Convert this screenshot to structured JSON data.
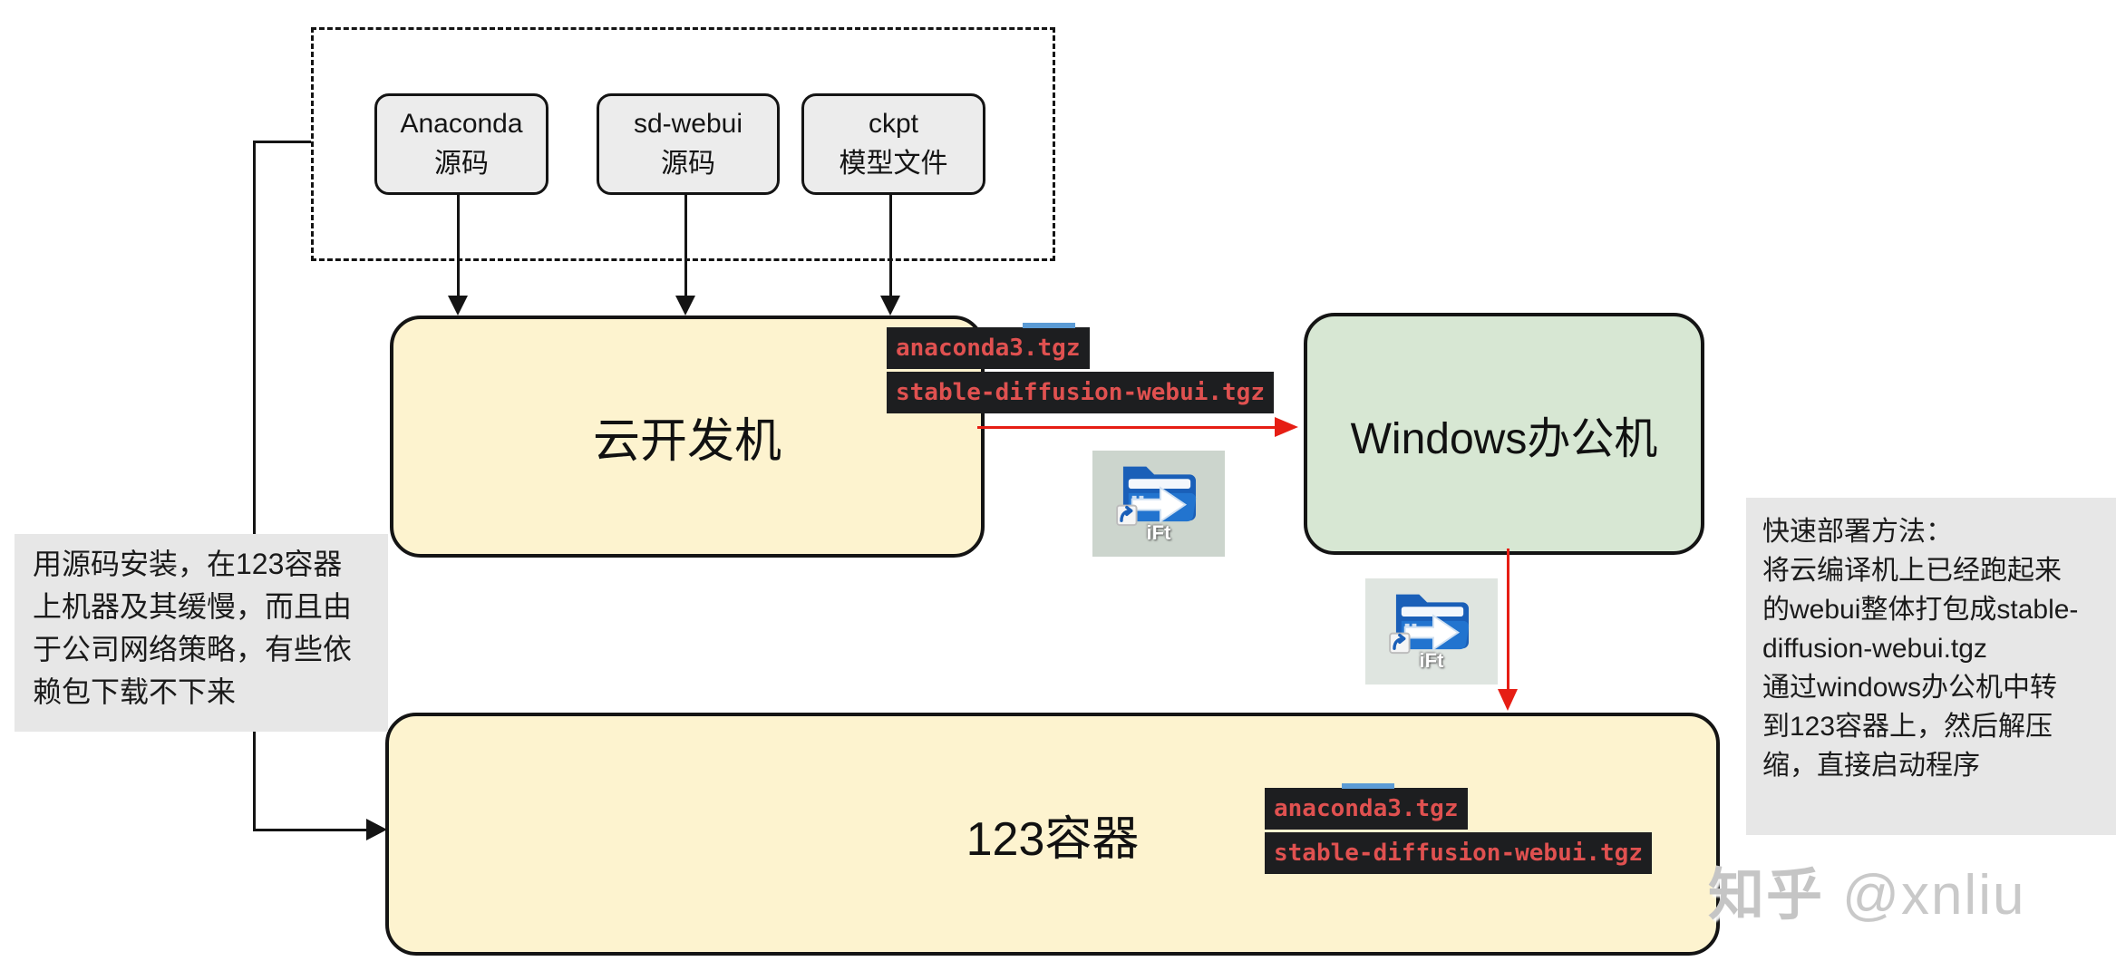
{
  "colors": {
    "node-yellow": "#fdf3cf",
    "node-green": "#d7e7d3",
    "node-border": "#141414",
    "source-box-bg": "#ececec",
    "note-bg": "#e7e7e7",
    "label-bg": "#1d1e20",
    "label-red": "#e05150",
    "arrow-red": "#e61e14",
    "line-black": "#141414",
    "watermark-gray": "#c5c5c5",
    "icon-blue": "#2274cf",
    "icon-blue-dark": "#1a5fb8",
    "icon-tile-1": "#ccd5cd",
    "icon-tile-2": "#dfe5e0",
    "artifact-blue": "#5b9bd5"
  },
  "source_group": {
    "boxes": [
      {
        "line1": "Anaconda",
        "line2": "源码"
      },
      {
        "line1": "sd-webui",
        "line2": "源码"
      },
      {
        "line1": "ckpt",
        "line2": "模型文件"
      }
    ]
  },
  "nodes": {
    "cloud_dev": "云开发机",
    "windows_office": "Windows办公机",
    "container": "123容器"
  },
  "file_labels": {
    "anaconda": "anaconda3.tgz",
    "webui": "stable-diffusion-webui.tgz"
  },
  "notes": {
    "left": "用源码安装，在123容器\n上机器及其缓慢，而且由\n于公司网络策略，有些依\n赖包下载不下来",
    "right": "快速部署方法：\n将云编译机上已经跑起来\n的webui整体打包成stable-\ndiffusion-webui.tgz\n通过windows办公机中转\n到123容器上，然后解压\n缩，直接启动程序"
  },
  "transfer_icon": {
    "label": "iFt"
  },
  "watermark": {
    "brand": "知乎",
    "handle": "@xnliu"
  }
}
